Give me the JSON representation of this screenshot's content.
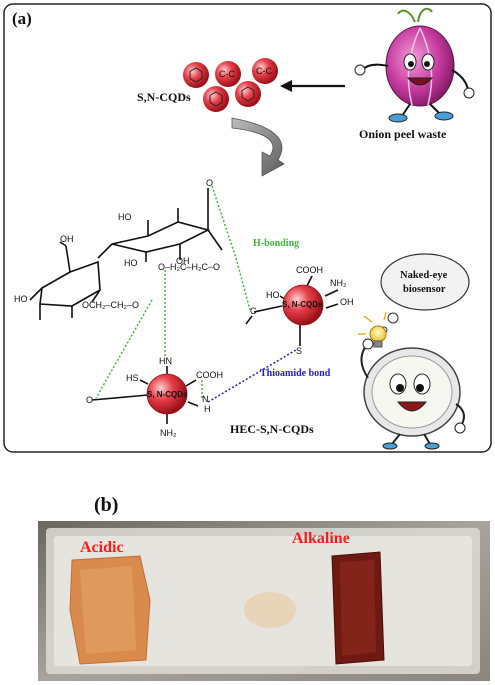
{
  "panel_a": {
    "label": "(a)",
    "cqd_label": "S,N-CQDs",
    "onion_label": "Onion peel waste",
    "cqd_bubbles": [
      "C-C",
      "C-C"
    ],
    "h_bonding": "H-bonding",
    "thioamide": "Thioamide bond",
    "hec_label": "HEC-S,N-CQDs",
    "sensor_bubble": [
      "Naked-eye",
      "biosensor"
    ],
    "dot_label": "S, N-CQDs",
    "dot_label2": "S, N-CQDs",
    "chem": {
      "oh1": "OH",
      "ho1": "HO",
      "ho2": "HO",
      "oh2": "OH",
      "ho3": "HO",
      "o_ch2_ch2_c_o": "O–H₂C–H₂C–O",
      "och2ch2o": "OCH₂–CH₂–O",
      "cooh1": "COOH",
      "nh2_1": "NH₂",
      "ho_dot": "HO",
      "oh_dot": "OH",
      "hn": "HN",
      "hs": "HS",
      "cooh2": "COOH",
      "nh2_2": "NH₂",
      "n_h": "N",
      "h_atom": "H",
      "s_atom": "S",
      "c_atom": "C",
      "o_atom": "O"
    },
    "colors": {
      "h_bond": "#3db83d",
      "thioamide": "#2222cc",
      "sphere": "#e0303a",
      "onion": "#c0399b"
    }
  },
  "panel_b": {
    "label": "(b)",
    "acidic": "Acidic",
    "alkaline": "Alkaline",
    "colors": {
      "acidic_text": "#ff1a1a",
      "acidic_sample": "#d98b4e",
      "alkaline_sample": "#6e1a12"
    }
  }
}
